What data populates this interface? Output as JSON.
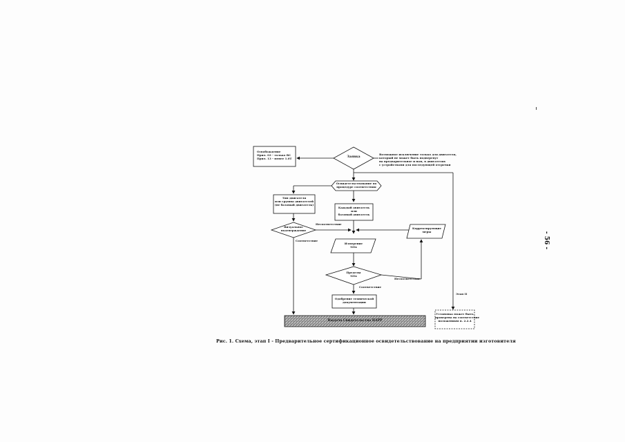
{
  "page_number": "- 56 -",
  "caption": "Рис. 1. Схема, этап I - Предварительное сертификационное освидетельствование на предприятии изготовителя",
  "flowchart": {
    "start": "Заявка",
    "released_box": [
      "Освобождение",
      "Прил. 03 - только ВС",
      "Прил. 13 - менее 1.0Т"
    ],
    "note_top": [
      "Возможное исключение только для двигателя,",
      "который не может быть подвергнут",
      "на предварительное и нам, в двигателях",
      "с устройствами для последующей отсрочки"
    ],
    "decision_main": [
      "Освидетельствование по",
      "процедуре соответствия"
    ],
    "box_type": [
      "Тип двигателя",
      "или группы двигателей",
      "(не базовый двигатель)"
    ],
    "box_each": [
      "Каждый двигатель",
      "или",
      "базовый двигатель"
    ],
    "decision_confirm": [
      "Визуальное",
      "подтверждение"
    ],
    "label_mismatch_1": "Несоответствие",
    "label_match_1": "Соответствие",
    "box_measure": [
      "Измерение",
      "NOx"
    ],
    "box_correct": [
      "Корректирующие",
      "меры"
    ],
    "decision_limits": [
      "Пределы",
      "NOx"
    ],
    "label_mismatch_2": "Несоответствие",
    "label_match_2": "Соответствие",
    "box_approve": [
      "Одобрение технической",
      "документации"
    ],
    "label_stage_2": "Этап II",
    "box_final": "Выдача Свидетельства IIAPP",
    "box_stage_note": [
      "Установка может быть",
      "проверена на соответствие",
      "положениям п. 2.2.4"
    ]
  }
}
